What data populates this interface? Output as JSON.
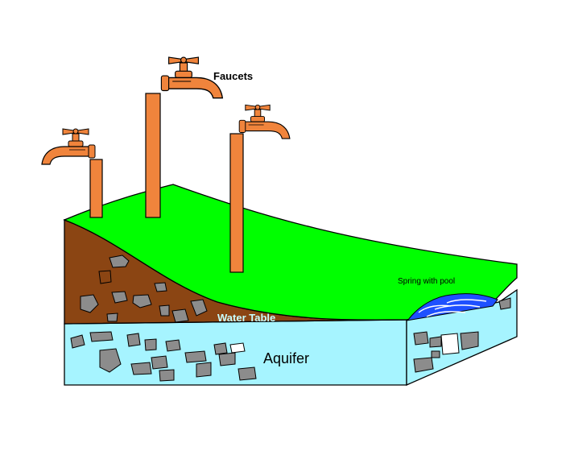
{
  "labels": {
    "faucets": "Faucets",
    "water_table": "Water Table",
    "aquifer": "Aquifer",
    "spring": "Spring with pool"
  },
  "colors": {
    "grass": "#00ff00",
    "soil": "#8b4513",
    "aquifer": "#a6f4ff",
    "pool": "#1e50ff",
    "pipe": "#f0843c",
    "rock": "#8c8c8c",
    "water_table_text": "#c8ffff"
  },
  "icons": [
    "faucet-icon",
    "rock-icon",
    "pool-icon"
  ]
}
